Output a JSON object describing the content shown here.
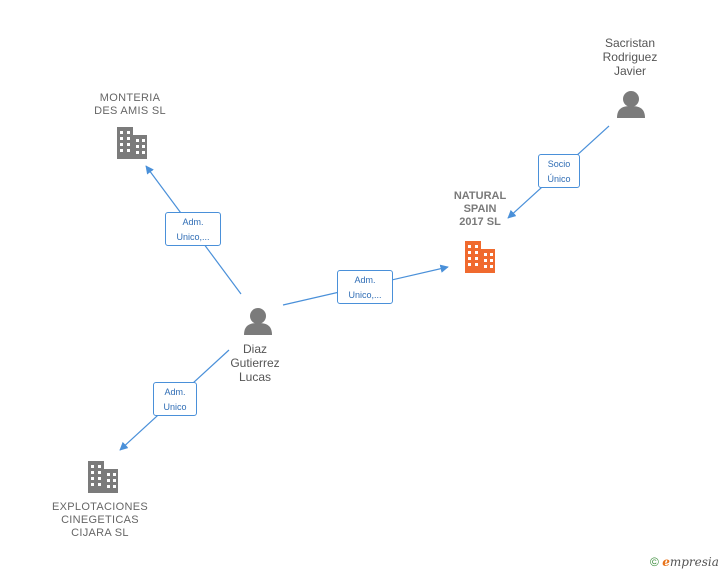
{
  "nodes": {
    "monteria": {
      "label": "MONTERIA\nDES AMIS  SL",
      "type": "company"
    },
    "natural_spain": {
      "label": "NATURAL\nSPAIN\n2017  SL",
      "type": "company-main",
      "color": "#f06a2e"
    },
    "sacristan": {
      "label": "Sacristan\nRodriguez\nJavier",
      "type": "person"
    },
    "diaz": {
      "label": "Diaz\nGutierrez\nLucas",
      "type": "person"
    },
    "explotaciones": {
      "label": "EXPLOTACIONES\nCINEGETICAS\nCIJARA SL",
      "type": "company"
    }
  },
  "edges": {
    "diaz_monteria": "Adm.\nUnico,...",
    "diaz_natural": "Adm.\nUnico,...",
    "sacristan_natural": "Socio\nÚnico",
    "diaz_explotaciones": "Adm.\nUnico"
  },
  "colors": {
    "edge": "#4a90d9",
    "icon_gray": "#7b7b7b",
    "icon_main": "#f06a2e"
  },
  "footer": {
    "copyright": "©",
    "brand_first": "e",
    "brand_rest": "mpresia"
  }
}
